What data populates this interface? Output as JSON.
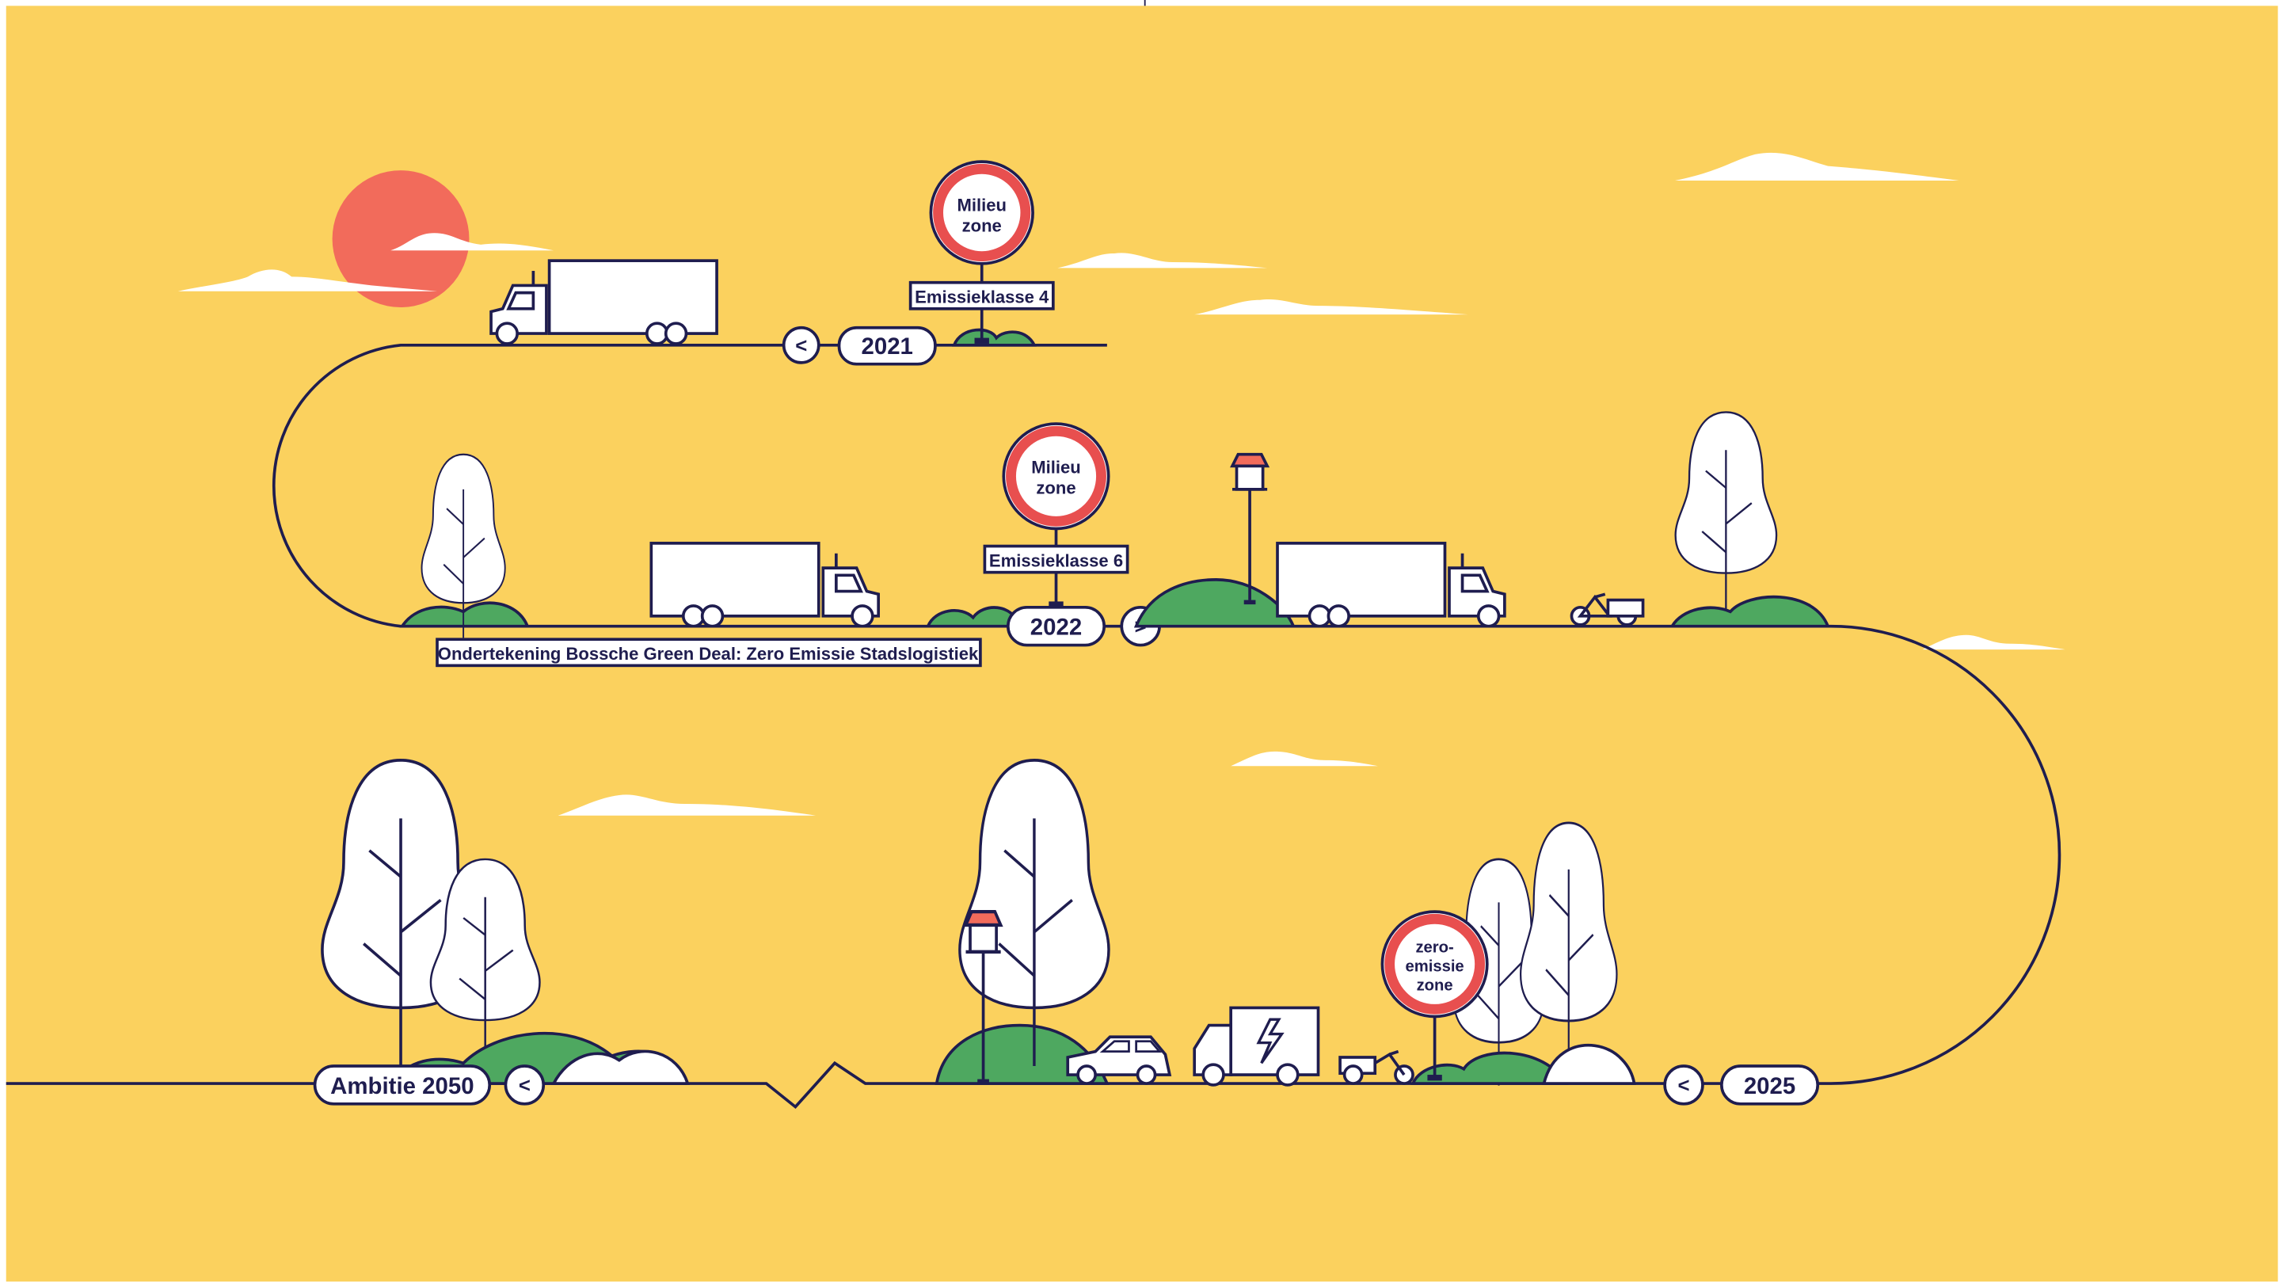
{
  "colors": {
    "background": "#fbd15e",
    "ink": "#1f1d4f",
    "sun": "#f26b5b",
    "sign_ring": "#e84f4f",
    "grass": "#4ea860",
    "white": "#ffffff"
  },
  "timeline": {
    "year_2021": "2021",
    "year_2022": "2022",
    "year_2025": "2025",
    "ambition": "Ambitie 2050",
    "prev_arrow_glyph": "<",
    "next_arrow_glyph": ">"
  },
  "signs": {
    "milieu_line1": "Milieu",
    "milieu_line2": "zone",
    "zero_line1": "zero-",
    "zero_line2": "emissie",
    "zero_line3": "zone"
  },
  "plates": {
    "emissie_4": "Emissieklasse 4",
    "emissie_6": "Emissieklasse 6",
    "green_deal": "Ondertekening Bossche Green Deal: Zero Emissie Stadslogistiek"
  },
  "icons": [
    "sun-icon",
    "cloud-icon",
    "truck-icon",
    "electric-van-icon",
    "car-icon",
    "cargo-bike-icon",
    "street-lamp-icon",
    "tree-icon",
    "bush-icon",
    "lightning-icon"
  ]
}
